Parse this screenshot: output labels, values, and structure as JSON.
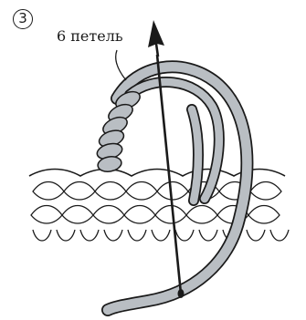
{
  "figure": {
    "step_number": "3",
    "callout_label": "6 петель"
  },
  "colors": {
    "ink": "#1a1a1a",
    "yarn_fill": "#b9bec3",
    "background": "#ffffff"
  },
  "icons": {
    "step_marker": "circled-number",
    "hook": "crochet-hook-arrow"
  }
}
